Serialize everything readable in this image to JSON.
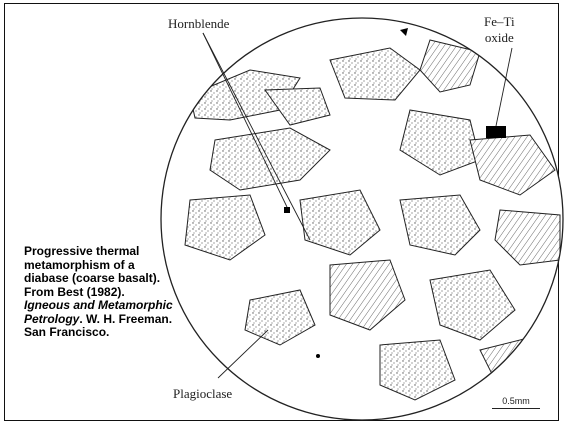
{
  "caption": {
    "line1": "Progressive thermal metamorphism of a diabase (coarse basalt). From Best (1982). ",
    "book": "Igneous and Metamorphic Petrology",
    "line2": ". W. H. Freeman. San Francisco."
  },
  "labels": {
    "hornblende": "Hornblende",
    "feti_1": "Fe–Ti",
    "feti_2": "oxide",
    "plagioclase": "Plagioclase"
  },
  "scale": "0.5mm"
}
